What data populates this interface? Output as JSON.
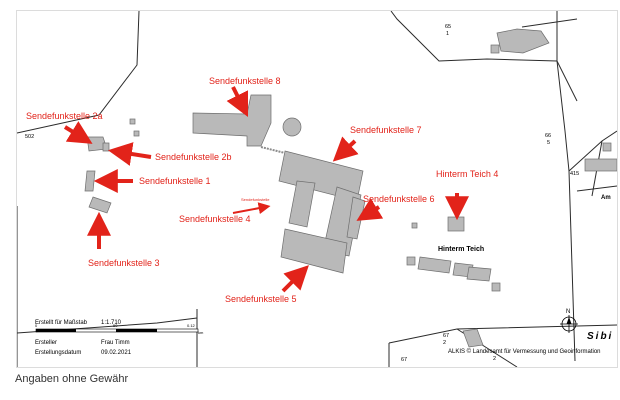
{
  "map": {
    "labels": {
      "s2a": "Sendefunkstelle 2a",
      "s2b": "Sendefunkstelle 2b",
      "s1": "Sendefunkstelle 1",
      "s3": "Sendefunkstelle 3",
      "s4": "Sendefunkstelle 4",
      "s5": "Sendefunkstelle 5",
      "s6": "Sendefunkstelle 6",
      "s7": "Sendefunkstelle 7",
      "s8": "Sendefunkstelle 8",
      "ht4": "Hinterm Teich 4"
    },
    "tiny_label": "Sendefunkstelle",
    "place_name": "Hinterm Teich",
    "parcels": {
      "p502": "502",
      "p65a": "65",
      "p65b": "1",
      "p66a": "66",
      "p66b": "5",
      "p415": "415",
      "p67a": "67",
      "p67b": "2",
      "p67c": "67",
      "p2": "2"
    },
    "street_fragment": "Am",
    "corner_text": "Sibi",
    "north": "N",
    "scale": {
      "title": "Erstellt für Maßstab",
      "ratio": "1:1.710",
      "tick0": "0",
      "tick1": "50",
      "tick2": "0.12",
      "unit": "km"
    },
    "creator_label": "Ersteller",
    "creator_value": "Frau Timm",
    "date_label": "Erstellungsdatum",
    "date_value": "09.02.2021",
    "copyright": "ALKIS © Landesamt für Vermessung und Geoinformation"
  },
  "caption": "Angaben ohne Gewähr",
  "colors": {
    "arrow": "#e2231a",
    "building": "#b9b9b9",
    "building_outline": "#6e6e6e",
    "line": "#2b2b2b"
  }
}
